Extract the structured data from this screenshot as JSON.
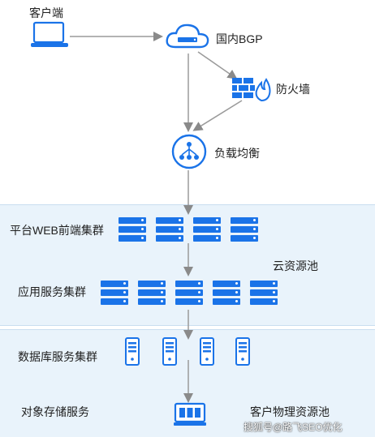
{
  "nodes": {
    "client": "客户端",
    "bgp": "国内BGP",
    "firewall": "防火墙",
    "load_balancer": "负载均衡"
  },
  "cloud_pool": {
    "title": "云资源池",
    "web_cluster": "平台WEB前端集群",
    "app_cluster": "应用服务集群"
  },
  "physical_pool": {
    "title": "客户物理资源池",
    "db_cluster": "数据库服务集群",
    "object_storage": "对象存储服务"
  },
  "watermark": "搜狐号@路飞SEO优化",
  "colors": {
    "accent": "#1a73e8",
    "panel": "#e9f3fb",
    "line": "#9a9a9a"
  }
}
